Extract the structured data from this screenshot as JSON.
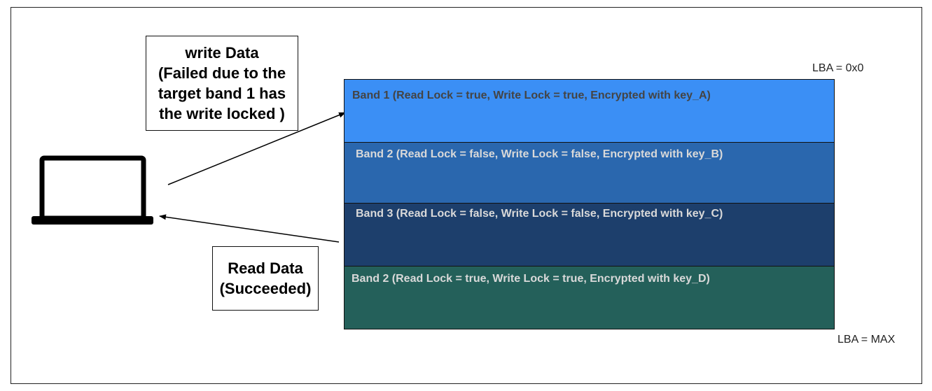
{
  "notes": {
    "write": {
      "lines": [
        "write Data",
        "(Failed due to the",
        "target band 1 has",
        "the write locked )"
      ]
    },
    "read": {
      "lines": [
        "Read Data",
        "(Succeeded)"
      ]
    }
  },
  "lba": {
    "top": "LBA = 0x0",
    "bottom": "LBA = MAX"
  },
  "bands": [
    {
      "label": "Band 1 (Read Lock = true, Write Lock = true, Encrypted with key_A)",
      "color": "#3b8ff5",
      "text_color": "#444444"
    },
    {
      "label": "Band 2 (Read Lock = false, Write Lock = false, Encrypted with key_B)",
      "color": "#2a67ae",
      "text_color": "#d9d9d9"
    },
    {
      "label": "Band 3 (Read Lock = false, Write Lock = false, Encrypted with key_C)",
      "color": "#1d3f6c",
      "text_color": "#d9d9d9"
    },
    {
      "label": "Band 2 (Read Lock = true, Write Lock = true, Encrypted with key_D)",
      "color": "#24605a",
      "text_color": "#d9d9d9"
    }
  ],
  "icons": {
    "host": "laptop-icon"
  }
}
